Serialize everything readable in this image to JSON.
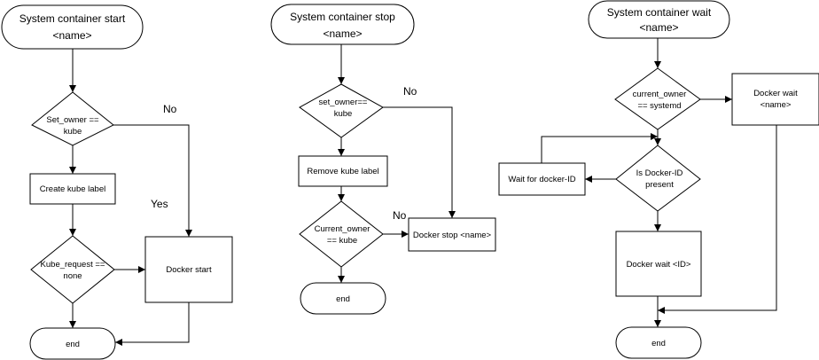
{
  "start": {
    "title_line1": "System container start",
    "title_line2": "<name>",
    "decision1_line1": "Set_owner ==",
    "decision1_line2": "kube",
    "create_label": "Create kube label",
    "decision2_line1": "Kube_request ==",
    "decision2_line2": "none",
    "docker_start": "Docker start",
    "end": "end",
    "no_label": "No",
    "yes_label": "Yes"
  },
  "stop": {
    "title_line1": "System container stop",
    "title_line2": "<name>",
    "decision1_line1": "set_owner==",
    "decision1_line2": "kube",
    "remove_label": "Remove kube label",
    "decision2_line1": "Current_owner",
    "decision2_line2": "== kube",
    "docker_stop": "Docker stop <name>",
    "end": "end",
    "no_label_1": "No",
    "no_label_2": "No"
  },
  "wait": {
    "title_line1": "System container wait",
    "title_line2": "<name>",
    "decision1_line1": "current_owner",
    "decision1_line2": "== systemd",
    "docker_wait_name_line1": "Docker wait",
    "docker_wait_name_line2": "<name>",
    "wait_for_id": "Wait for docker-ID",
    "decision2_line1": "Is Docker-ID",
    "decision2_line2": "present",
    "docker_wait_id": "Docker wait <ID>",
    "end": "end"
  }
}
